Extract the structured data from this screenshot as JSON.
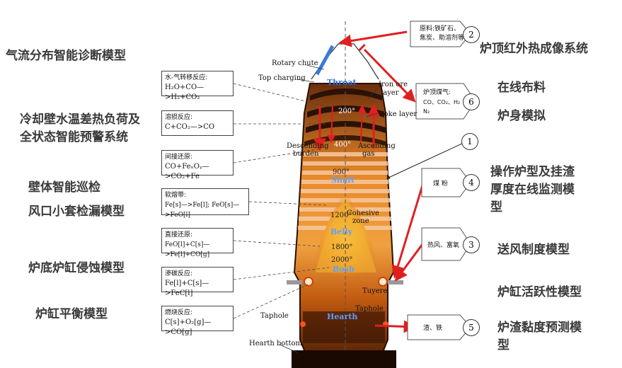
{
  "models_left": [
    "气流分布智能诊断模型",
    "冷却壁水温差热负荷及",
    "全状态智能预警系统",
    "壁体智能巡检",
    "风口小套检漏模型",
    "炉底炉缸侵蚀模型",
    "炉缸平衡模型"
  ],
  "models_right": [
    "炉顶红外热成像系统",
    "在线布料",
    "炉身模拟",
    "操作炉型及挂渣",
    "厚度在线监测模",
    "型",
    "送风制度模型",
    "炉缸活跃性模型",
    "炉渣黏度预测模",
    "型"
  ],
  "reactions": [
    {
      "title": "水-气转移反应:",
      "eq": "H₂O+CO—>H₂+CO₂"
    },
    {
      "title": "溶损反应:",
      "eq": "C+CO₂—>CO"
    },
    {
      "title": "间接还原:",
      "eq": "CO+FeₓOᵧ—>CO₂+Fe"
    },
    {
      "title": "软熔带:",
      "eq": "Fe[s]—>Fe[l]; FeO[s]—>FeO[l]"
    },
    {
      "title": "直接还原:",
      "eq": "FeO[l]+C[s]—>Fe[l]+CO[g]"
    },
    {
      "title": "渗碳反应:",
      "eq": "Fe[l]+C[s]—>FeC[l]"
    },
    {
      "title": "燃烧反应:",
      "eq": "C[s]+O₂[g]—>CO[g]"
    }
  ],
  "callouts": {
    "c2_text": "原料:铁矿石、焦炭、助溶剂等",
    "c2_line1": "原料:铁矿石、",
    "c2_line2": "焦炭、助溶剂等",
    "c6_title": "炉顶煤气:",
    "c6_text": "CO、CO₂、H₂、N₂",
    "c6_line1": "CO、CO₂、H₂",
    "c6_line2": "N₂",
    "c4_text": "煤  粉",
    "c3_text": "热风、富氧",
    "c5_text": "渣、铁"
  },
  "numbers": {
    "n1": "1",
    "n2": "2",
    "n3": "3",
    "n4": "4",
    "n5": "5",
    "n6": "6"
  },
  "furnace_labels": {
    "rotary_chute": "Rotary chute",
    "top_charging": "Top charging",
    "throat": "Throat",
    "iron_ore_layer_1": "Iron ore",
    "iron_ore_layer_2": "layer",
    "coke_layer": "Coke layer",
    "descending_1": "Descending",
    "descending_2": "burden",
    "ascending_1": "Ascending",
    "ascending_2": "gas",
    "shaft": "Shaft",
    "cohesive_1": "Cohesive",
    "cohesive_2": "zone",
    "belly": "Belly",
    "bosh": "Bosh",
    "tuyere": "Tuyere",
    "taphole_left": "Taphole",
    "taphole_right": "Taphole",
    "hearth": "Hearth",
    "hearth_bottom": "Hearth bottom",
    "t200": "200°",
    "t400": "400°",
    "t900": "900°",
    "t1200": "1200°",
    "t1800": "1800°",
    "t2000": "2000°"
  },
  "colors": {
    "arrow_red": "#e02020",
    "zone_blue": "#2d6fe0",
    "furnace_dark": "#3a1a08",
    "furnace_orange": "#e8892a"
  }
}
